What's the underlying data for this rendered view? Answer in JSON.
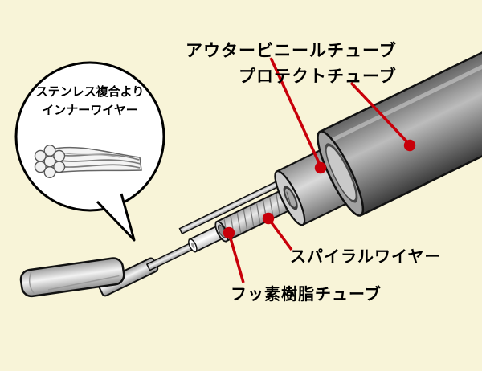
{
  "colors": {
    "background": "#f8f4d8",
    "accent_red": "#c8000a",
    "outline": "#000000",
    "metal_light": "#ececec",
    "metal_dark": "#4a4a4a"
  },
  "callout": {
    "line1": "ステンレス複合より",
    "line2": "インナーワイヤー"
  },
  "labels": {
    "outer_vinyl_tube": "アウタービニールチューブ",
    "protect_tube": "プロテクトチューブ",
    "spiral_wire": "スパイラルワイヤー",
    "fluoro_tube": "フッ素樹脂チューブ"
  }
}
